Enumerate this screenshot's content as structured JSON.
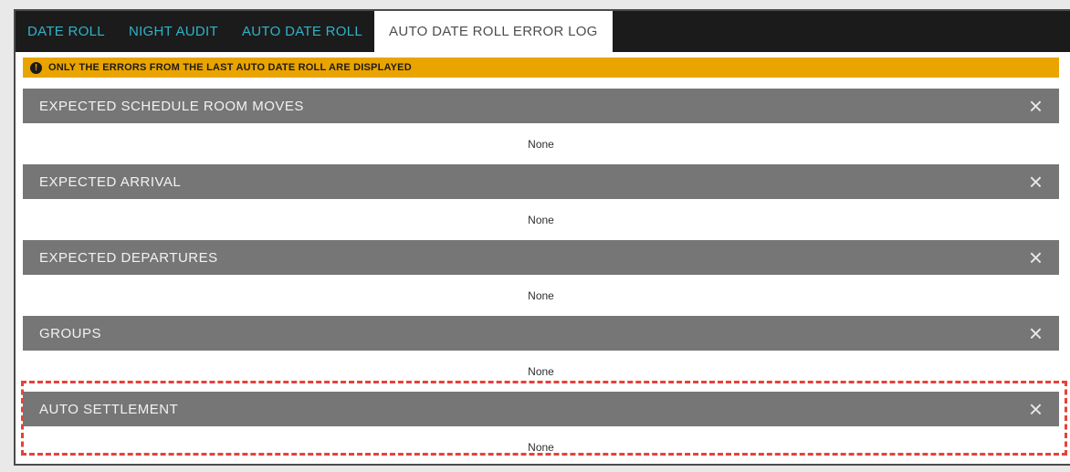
{
  "tabs": [
    {
      "label": "DATE ROLL",
      "active": false
    },
    {
      "label": "NIGHT AUDIT",
      "active": false
    },
    {
      "label": "AUTO DATE ROLL",
      "active": false
    },
    {
      "label": "AUTO DATE ROLL ERROR LOG",
      "active": true
    }
  ],
  "banner": {
    "icon": "alert-icon",
    "icon_glyph": "!",
    "text": "ONLY THE ERRORS FROM THE LAST AUTO DATE ROLL ARE DISPLAYED"
  },
  "close_glyph": "×",
  "sections": [
    {
      "title": "EXPECTED SCHEDULE ROOM MOVES",
      "content": "None",
      "highlighted": false
    },
    {
      "title": "EXPECTED ARRIVAL",
      "content": "None",
      "highlighted": false
    },
    {
      "title": "EXPECTED DEPARTURES",
      "content": "None",
      "highlighted": false
    },
    {
      "title": "GROUPS",
      "content": "None",
      "highlighted": false
    },
    {
      "title": "AUTO SETTLEMENT",
      "content": "None",
      "highlighted": true
    }
  ],
  "colors": {
    "tab_bar_bg": "#1b1b1b",
    "tab_inactive_text": "#2eb4c9",
    "tab_active_text": "#4d4d4d",
    "banner_bg": "#eaa400",
    "section_header_bg": "#767676",
    "highlight_border": "#e5423a"
  }
}
